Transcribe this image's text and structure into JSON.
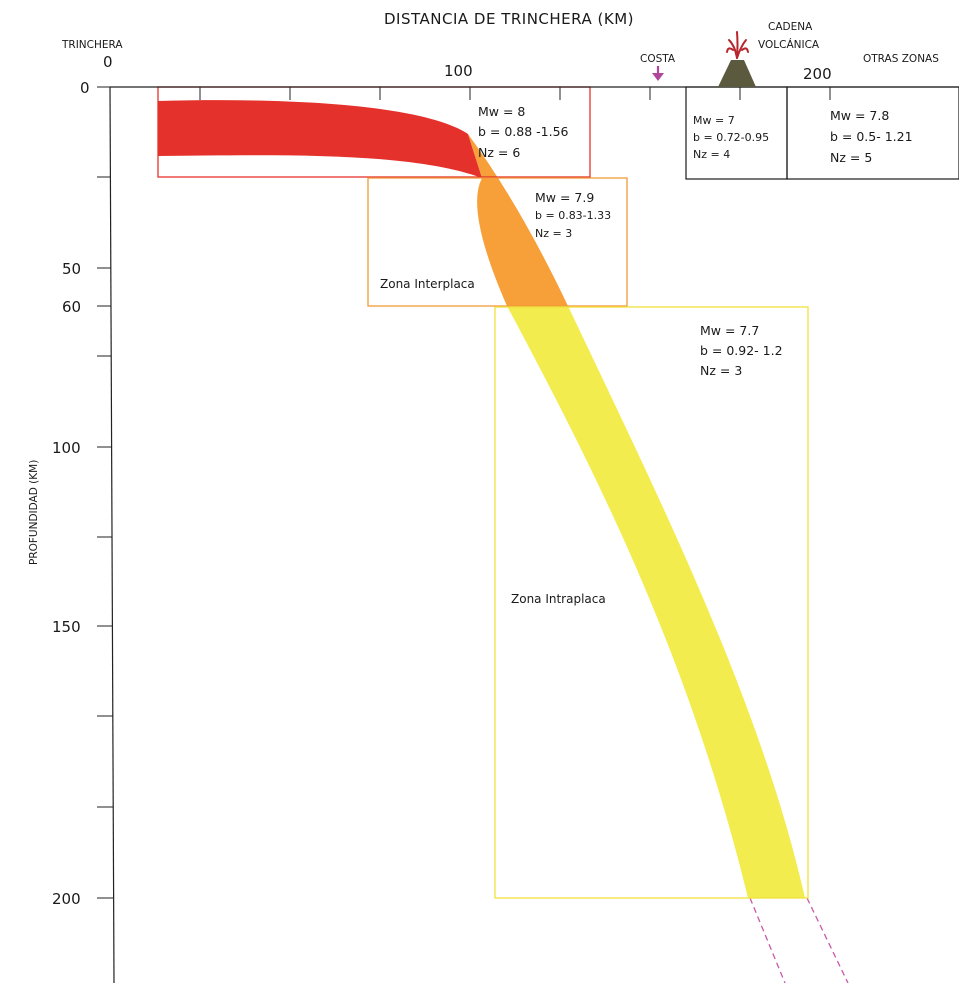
{
  "header": {
    "x_axis_title": "DISTANCIA DE TRINCHERA (KM)",
    "y_axis_title": "PROFUNDIDAD (KM)",
    "trench_label": "TRINCHERA",
    "coast_label": "COSTA",
    "volcanic_chain_label_line1": "CADENA",
    "volcanic_chain_label_line2": "VOLCÁNICA",
    "other_zones_label": "OTRAS ZONAS"
  },
  "x_ticks": [
    "0",
    "100",
    "200"
  ],
  "y_ticks": [
    "0",
    "50",
    "60",
    "100",
    "150",
    "200"
  ],
  "zones": [
    {
      "id": "interplate-shallow",
      "color": "#e4312b",
      "mw": "Mw = 8",
      "b": "b = 0.88 -1.56",
      "nz": "Nz = 6"
    },
    {
      "id": "interplate-deep",
      "color": "#f7a03a",
      "mw": "Mw = 7.9",
      "b": "b = 0.83-1.33",
      "nz": "Nz = 3",
      "label": "Zona Interplaca"
    },
    {
      "id": "intraplate",
      "color": "#f3ec4f",
      "mw": "Mw = 7.7",
      "b": "b = 0.92- 1.2",
      "nz": "Nz = 3",
      "label": "Zona Intraplaca"
    },
    {
      "id": "volcanic-chain",
      "color": "#1a1a1a",
      "mw": "Mw = 7",
      "b": "b = 0.72-0.95",
      "nz": "Nz = 4"
    },
    {
      "id": "other-zones",
      "color": "#1a1a1a",
      "mw": "Mw = 7.8",
      "b": "b = 0.5- 1.21",
      "nz": "Nz = 5"
    }
  ],
  "colors": {
    "axis": "#222222",
    "coast_arrow": "#b0479b",
    "volcano_body": "#5c5a3e",
    "volcano_eruption": "#b6262c",
    "dashed_extension": "#c85aa7"
  }
}
